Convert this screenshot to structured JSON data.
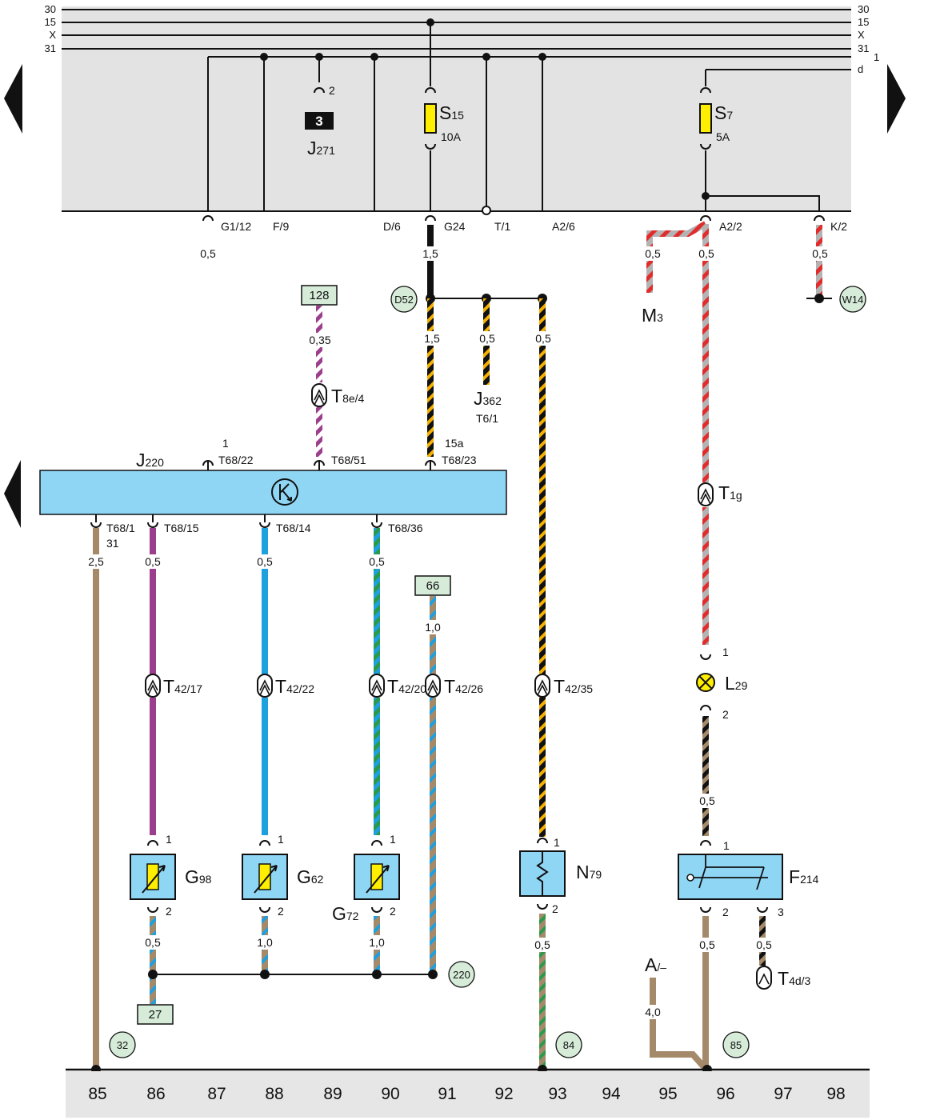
{
  "colors": {
    "panel": "#e3e3e3",
    "strip": "#e6e6e6",
    "ecu_fill": "#8fd6f5",
    "sensor_fill": "#8fd6f5",
    "fuse": "#ffee00",
    "lamp": "#ffee00",
    "ref_box": "#d6ecd9",
    "ground_circle": "#d6ecd9",
    "wire_green": "#2a9a4a",
    "wire_black": "#111111",
    "wire_yellow": "#f5b000",
    "wire_red": "#e22b2b",
    "wire_grey": "#aaaaaa",
    "wire_violet": "#9b3f8c",
    "wire_white": "#ffffff",
    "wire_blue": "#1ea0e0",
    "wire_brown": "#a58a6a"
  },
  "nav": {
    "left_arrow_icon": "triangle-left-icon",
    "right_arrow_icon": "triangle-right-icon"
  },
  "bus_labels": {
    "left": [
      "30",
      "15",
      "X",
      "31"
    ],
    "right": [
      "30",
      "15",
      "X",
      "31",
      "d"
    ],
    "right_d_pin": "1"
  },
  "fuse_s15": {
    "label": "S",
    "sub": "15",
    "rating": "10A"
  },
  "fuse_s7": {
    "label": "S",
    "sub": "7",
    "rating": "5A"
  },
  "relay_j271": {
    "pin": "2",
    "slot": "3",
    "label": "J",
    "sub": "271"
  },
  "panel_pins": [
    "G1/12",
    "F/9",
    "D/6",
    "G24",
    "T/1",
    "A2/6",
    "A2/2",
    "K/2"
  ],
  "gauges": {
    "g112": "0,5",
    "g24": "1,5",
    "m3": "0,5",
    "a22": "0,5",
    "k2": "0,5",
    "ref128": "0,35",
    "d52_a": "1,5",
    "d52_b": "0,5",
    "d52_c": "0,5",
    "t681": "2,5",
    "t6815": "0,5",
    "t6814": "0,5",
    "t6836": "0,5",
    "ref66": "1,0",
    "g98_2": "0,5",
    "g62_2": "1,0",
    "g72_2": "1,0",
    "n79_2": "0,5",
    "l29_2": "0,5",
    "f214_2": "0,5",
    "f214_3": "0,5",
    "a_minus": "4,0"
  },
  "refs": {
    "r128": "128",
    "r66": "66",
    "r27": "27"
  },
  "grounds": {
    "d52": "D52",
    "w14": "W14",
    "c220": "220",
    "c32": "32",
    "c84": "84",
    "c85": "85"
  },
  "components": {
    "m3": {
      "label": "M",
      "sub": "3"
    },
    "j362": {
      "label": "J",
      "sub": "362",
      "pin": "T6/1"
    },
    "t8e": {
      "label": "T",
      "sub": "8e/4"
    },
    "t1g": {
      "label": "T",
      "sub": "1g"
    },
    "j220": {
      "label": "J",
      "sub": "220"
    },
    "l29": {
      "label": "L",
      "sub": "29",
      "pin_top": "1",
      "pin_bottom": "2"
    },
    "g98": {
      "label": "G",
      "sub": "98"
    },
    "g62": {
      "label": "G",
      "sub": "62"
    },
    "g72": {
      "label": "G",
      "sub": "72"
    },
    "n79": {
      "label": "N",
      "sub": "79"
    },
    "f214": {
      "label": "F",
      "sub": "214"
    },
    "t4d": {
      "label": "T",
      "sub": "4d/3"
    },
    "a_minus": {
      "label": "A",
      "sub": "/–"
    }
  },
  "ecu_pins_top": {
    "p1": "1",
    "t6822": "T68/22",
    "t6851": "T68/51",
    "p15a": "15a",
    "t6823": "T68/23"
  },
  "ecu_pins_bottom": {
    "t681": "T68/1",
    "p31": "31",
    "t6815": "T68/15",
    "t6814": "T68/14",
    "t6836": "T68/36"
  },
  "connectors": {
    "t4217": "T",
    "t4217s": "42/17",
    "t4222": "T",
    "t4222s": "42/22",
    "t4220": "T",
    "t4220s": "42/20",
    "t4226": "T",
    "t4226s": "42/26",
    "t4235": "T",
    "t4235s": "42/35"
  },
  "pin_numbers": {
    "one": "1",
    "two": "2",
    "three": "3"
  },
  "columns": [
    "85",
    "86",
    "87",
    "88",
    "89",
    "90",
    "91",
    "92",
    "93",
    "94",
    "95",
    "96",
    "97",
    "98"
  ]
}
